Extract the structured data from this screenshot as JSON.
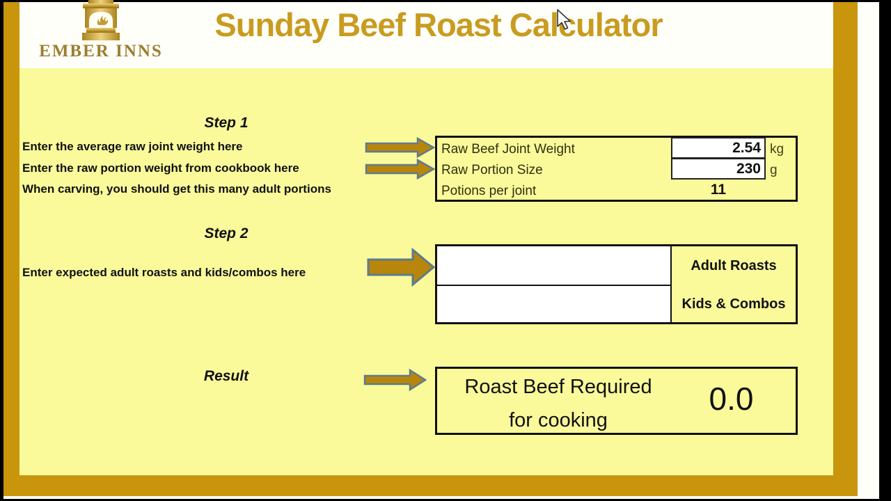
{
  "header": {
    "brand": "EMBER INNS",
    "title": "Sunday Beef Roast Calculator"
  },
  "step1": {
    "heading": "Step 1",
    "instruction1": "Enter the average raw joint weight here",
    "instruction2": "Enter the raw portion weight from cookbook here",
    "instruction3": "When carving, you should get this many adult portions",
    "table": {
      "row1": {
        "label": "Raw Beef Joint Weight",
        "value": "2.54",
        "unit": "kg"
      },
      "row2": {
        "label": "Raw Portion Size",
        "value": "230",
        "unit": "g"
      },
      "row3": {
        "label": "Potions per joint",
        "value": "11"
      }
    }
  },
  "step2": {
    "heading": "Step 2",
    "instruction": "Enter expected adult roasts and kids/combos here",
    "field1": {
      "label": "Adult Roasts",
      "value": ""
    },
    "field2": {
      "label": "Kids & Combos",
      "value": ""
    }
  },
  "result": {
    "heading": "Result",
    "label_line1": "Roast Beef Required",
    "label_line2": "for cooking",
    "value": "0.0"
  },
  "icons": {
    "logo": "fireplace-icon",
    "step_arrows": "right-block-arrow-icon",
    "pointer": "mouse-cursor-icon"
  },
  "colors": {
    "frame_gold": "#C8950D",
    "title_gold": "#C99C20",
    "panel_yellow": "#FAFA9B",
    "arrow_fill": "#B8860B",
    "arrow_outline": "#5D7B8F",
    "table_border": "#111111",
    "label_olive": "#30300F"
  }
}
